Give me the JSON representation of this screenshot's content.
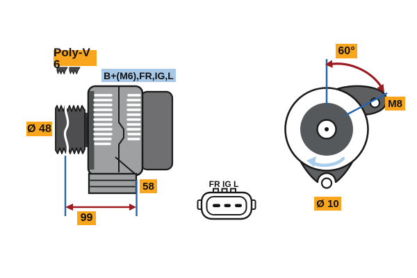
{
  "diagram": {
    "side_view": {
      "belt_type": "Poly-V 6",
      "terminals": "B+(M6),FR,IG,L",
      "pulley_diameter": "Ø 48",
      "dim_58": "58",
      "dim_99": "99"
    },
    "end_view": {
      "angle": "60°",
      "bolt": "M8",
      "hole_diameter": "Ø 10"
    },
    "connector": {
      "pins": "FR IG L"
    },
    "colors": {
      "label_orange": "#F9A61E",
      "label_blue": "#A8C8E8",
      "dimension_blue": "#2565AE",
      "arrow_red": "#9C1B21",
      "rotation_arrow_blue": "#A9CDEC",
      "body_gray": "#9FA0A2",
      "rear_housing_gray": "#6F6F71",
      "pulley_gray": "#4E4E50"
    }
  }
}
